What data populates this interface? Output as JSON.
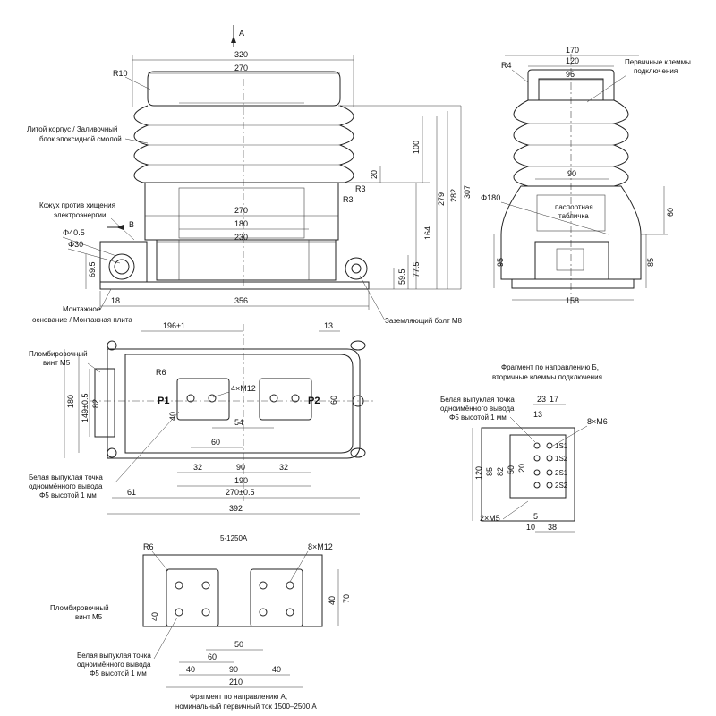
{
  "front_view": {
    "section_mark": "A",
    "radius_top": "R10",
    "dim_overall_width": "320",
    "dim_top_width": "270",
    "dim_mid_width": "270",
    "dim_180": "180",
    "dim_230": "230",
    "dim_base_width": "356",
    "dim_18": "18",
    "dim_100": "100",
    "dim_20": "20",
    "dim_164": "164",
    "dim_279": "279",
    "dim_282": "282",
    "dim_307": "307",
    "dim_59_5": "59.5",
    "dim_77_5": "77.5",
    "dim_69_5": "69.5",
    "dim_d40_5": "Φ40.5",
    "dim_d30": "Φ30",
    "radius_r3a": "R3",
    "radius_r3b": "R3",
    "mark_b": "B",
    "label_cast_body": "Литой корпус / Заливочный блок эпоксидной смолой",
    "label_cast_body_l1": "Литой корпус / Заливочный",
    "label_cast_body_l2": "блок эпоксидной смолой",
    "label_cover_l1": "Кожух против хищения",
    "label_cover_l2": "электроэнергии",
    "label_base_l1": "Монтажное",
    "label_base_l2": "основание / Монтажная плита",
    "label_ground_bolt": "Заземляющий болт М8"
  },
  "side_view": {
    "radius": "R4",
    "dim_170": "170",
    "dim_120": "120",
    "dim_96": "96",
    "dim_90": "90",
    "dim_d180": "Φ180",
    "dim_60": "60",
    "dim_95": "95",
    "dim_85": "85",
    "dim_158": "158",
    "label_primary_l1": "Первичные клеммы",
    "label_primary_l2": "подключения",
    "label_plate_l1": "паспортная",
    "label_plate_l2": "табличка"
  },
  "top_view": {
    "dim_196": "196±1",
    "dim_13": "13",
    "radius_r6": "R6",
    "label_p1": "P1",
    "label_p2": "P2",
    "dim_4xm12": "4×M12",
    "dim_40": "40",
    "dim_54": "54",
    "dim_60": "60",
    "dim_60r": "60",
    "dim_180": "180",
    "dim_149": "149±0.5",
    "dim_82": "82",
    "dim_32a": "32",
    "dim_90": "90",
    "dim_32b": "32",
    "dim_190": "190",
    "dim_61": "61",
    "dim_270": "270±0.5",
    "dim_392": "392",
    "label_seal_l1": "Пломбировочный",
    "label_seal_l2": "винт М5",
    "label_dot_l1": "Белая выпуклая точка",
    "label_dot_l2": "однoимённого вывода",
    "label_dot_l3": "Φ5 высотой 1 мм"
  },
  "fragment_b": {
    "title_l1": "Фрагмент по направлению Б,",
    "title_l2": "вторичные клеммы подключения",
    "label_dot_l1": "Белая выпуклая точка",
    "label_dot_l2": "однoимённого вывода",
    "label_dot_l3": "Φ5 высотой 1 мм",
    "dim_23": "23",
    "dim_17": "17",
    "dim_13": "13",
    "dim_8xm6": "8×M6",
    "dim_120": "120",
    "dim_85": "85",
    "dim_82": "82",
    "dim_50": "50",
    "dim_20": "20",
    "dim_2xm5": "2×M5",
    "dim_5": "5",
    "dim_10": "10",
    "dim_38": "38",
    "term_labels": [
      "1S1",
      "1S2",
      "2S1",
      "2S2"
    ]
  },
  "fragment_a": {
    "rating": "5-1250A",
    "radius_r6": "R6",
    "dim_8xm12": "8×M12",
    "dim_40l": "40",
    "dim_40r": "40",
    "dim_70": "70",
    "dim_50": "50",
    "dim_60": "60",
    "dim_40a": "40",
    "dim_90": "90",
    "dim_40b": "40",
    "dim_210": "210",
    "label_seal_l1": "Пломбировочный",
    "label_seal_l2": "винт М5",
    "label_dot_l1": "Белая выпуклая точка",
    "label_dot_l2": "однoимённого вывода",
    "label_dot_l3": "Φ5 высотой 1 мм",
    "caption_l1": "Фрагмент по направлению А,",
    "caption_l2": "номинальный первичный ток 1500–2500 А"
  }
}
